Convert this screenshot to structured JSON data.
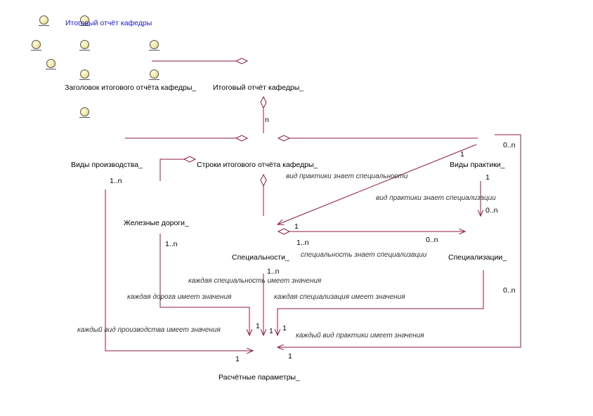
{
  "title": "Итоговый отчёт кафедры",
  "entities": {
    "header": "Заголовок итогового отчёта кафедры_",
    "report": "Итоговый отчёт кафедры_",
    "prod_types": "Виды производства_",
    "report_rows": "Строки итогового отчёта кафедры_",
    "practice_types": "Виды практики_",
    "railways": "Железные дороги_",
    "specialties": "Специальности_",
    "specializations": "Специализации_",
    "params": "Расчётные параметры_"
  },
  "relations": {
    "practice_specialty": "вид практики знает специальности",
    "practice_specialization": "вид практики знает специализации",
    "specialty_specialization": "специальность знает специализации",
    "specialty_values": "каждая специальность имеет значения",
    "road_values": "каждая дорога имеет значения",
    "specialization_values": "каждая специализация имеет значения",
    "prod_values": "каждый вид производства имеет значения",
    "practice_values": "каждый вид практики имеет значения"
  },
  "multiplicities": {
    "report_rows_n": "n",
    "practice_top_0n": "0..n",
    "practice_1": "1",
    "practice_1b": "1",
    "prod_1n": "1..n",
    "spec_0n": "0..n",
    "spec_1": "1",
    "specialization_0n": "0..n",
    "spec_1n": "1..n",
    "roads_1n": "1..n",
    "spec_1n_b": "1..n",
    "specialization_0n_b": "0..n",
    "params_1a": "1",
    "params_1b": "1",
    "params_1c": "1",
    "params_1d": "1",
    "params_1e": "1"
  },
  "colors": {
    "line": "#8b1a45",
    "title": "#1a1ad0"
  },
  "icons": [
    "object-icon"
  ]
}
